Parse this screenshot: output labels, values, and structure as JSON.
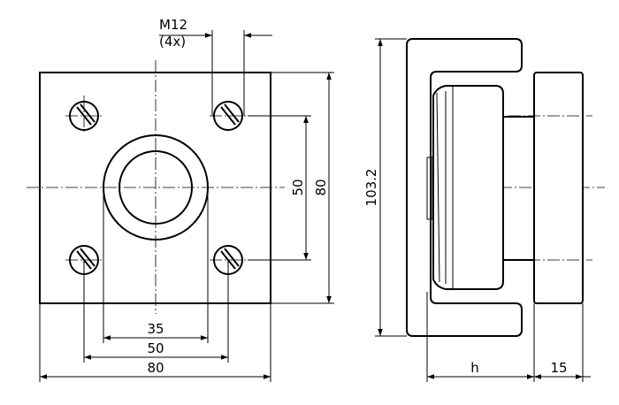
{
  "front_view": {
    "thread_label": "M12",
    "thread_count": "(4x)",
    "dim_height_inner": "50",
    "dim_height_outer": "80",
    "dim_width_bore": "35",
    "dim_width_inner": "50",
    "dim_width_outer": "80"
  },
  "side_view": {
    "dim_total_height": "103.2",
    "dim_h": "h",
    "dim_plate": "15"
  },
  "colors": {
    "line": "#000000",
    "background": "#ffffff"
  }
}
